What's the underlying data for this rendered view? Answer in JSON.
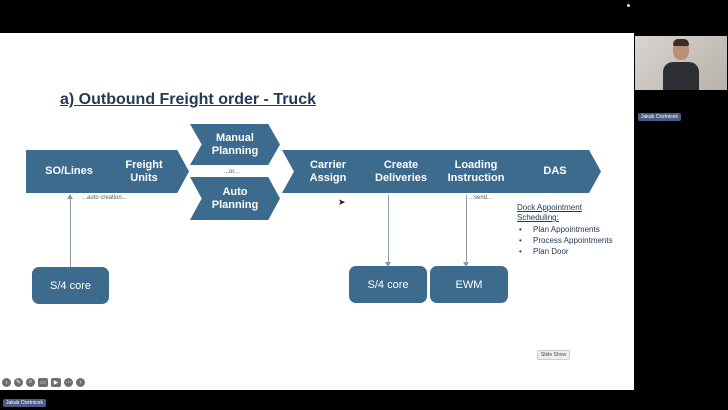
{
  "slide": {
    "title": "a) Outbound Freight order - Truck",
    "flow": {
      "so_lines": "SO/Lines",
      "freight_units": "Freight\nUnits",
      "manual_planning": "Manual\nPlanning",
      "auto_planning": "Auto\nPlanning",
      "carrier_assign": "Carrier\nAssign",
      "create_deliveries": "Create\nDeliveries",
      "loading_instruction": "Loading\nInstruction",
      "das": "DAS"
    },
    "notes": {
      "auto_creation": "...auto creation...",
      "or": "...or...",
      "send": "...send..."
    },
    "systems": {
      "s4_core_left": "S/4 core",
      "s4_core_right": "S/4 core",
      "ewm": "EWM"
    },
    "das_details": {
      "heading": "Dock Appointment Scheduling:",
      "items": [
        "Plan Appointments",
        "Process Appointments",
        "Plan Door"
      ]
    },
    "slide_show_button": "Slide Show"
  },
  "participant": {
    "name_video": "Jakub Ctvrtnicek",
    "name_bottom": "Jakub Ctvrtnicek"
  },
  "toolbar_icons": [
    "back-icon",
    "pen-icon",
    "zoom-icon",
    "cc-icon",
    "video-icon",
    "more-icon",
    "forward-icon"
  ],
  "colors": {
    "shape_fill": "#3d6b8e",
    "title_color": "#243b57",
    "background": "#000000"
  }
}
